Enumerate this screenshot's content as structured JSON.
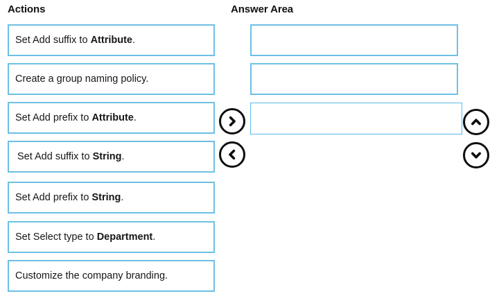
{
  "headings": {
    "actions": "Actions",
    "answer_area": "Answer Area"
  },
  "actions": {
    "items": [
      {
        "text_html": "Set Add suffix to <b>Attribute</b>.",
        "plain": "Set Add suffix to Attribute."
      },
      {
        "text_html": "Create a group naming policy.",
        "plain": "Create a group naming policy."
      },
      {
        "text_html": "Set Add prefix to <b>Attribute</b>.",
        "plain": "Set Add prefix to Attribute."
      },
      {
        "text_html": "Set Add suffix to <b>String</b>.",
        "plain": "Set Add suffix to String."
      },
      {
        "text_html": "Set Add prefix to <b>String</b>.",
        "plain": "Set Add prefix to String."
      },
      {
        "text_html": "Set Select type to <b>Department</b>.",
        "plain": "Set Select type to Department."
      },
      {
        "text_html": "Customize the company branding.",
        "plain": "Customize the company branding."
      }
    ]
  },
  "answer_area": {
    "slots": [
      {
        "value": ""
      },
      {
        "value": ""
      },
      {
        "value": ""
      }
    ]
  },
  "controls": {
    "move_right": {
      "icon": "chevron-right-icon",
      "title": "Add to answer area"
    },
    "move_left": {
      "icon": "chevron-left-icon",
      "title": "Remove from answer area"
    },
    "move_up": {
      "icon": "chevron-up-icon",
      "title": "Move up"
    },
    "move_down": {
      "icon": "chevron-down-icon",
      "title": "Move down"
    }
  },
  "colors": {
    "box_border": "#6cc0e4",
    "answer_highlight_border": "#5bb8e8",
    "button_stroke": "#0d0d0d",
    "background": "#ffffff",
    "text": "#161616"
  }
}
